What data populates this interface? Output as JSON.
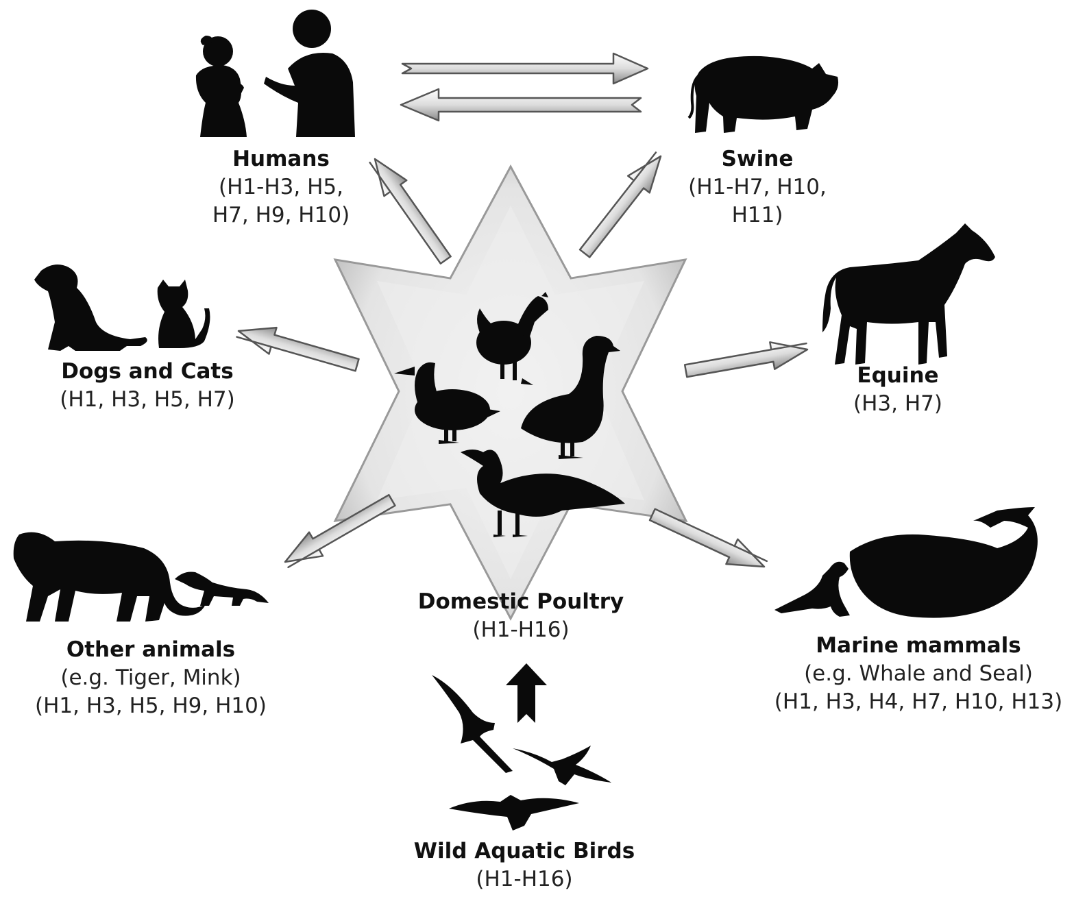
{
  "hosts": {
    "humans": {
      "name": "Humans",
      "subtypes_line1": "(H1-H3, H5,",
      "subtypes_line2": "H7, H9, H10)"
    },
    "swine": {
      "name": "Swine",
      "subtypes_line1": "(H1-H7, H10,",
      "subtypes_line2": "H11)"
    },
    "dogs_cats": {
      "name": "Dogs and Cats",
      "subtypes": "(H1, H3, H5, H7)"
    },
    "equine": {
      "name": "Equine",
      "subtypes": "(H3, H7)"
    },
    "other": {
      "name": "Other animals",
      "example": "(e.g. Tiger, Mink)",
      "subtypes": "(H1, H3, H5, H9, H10)"
    },
    "marine": {
      "name": "Marine mammals",
      "example": "(e.g. Whale and Seal)",
      "subtypes": "(H1, H3, H4, H7, H10, H13)"
    },
    "poultry": {
      "name": "Domestic Poultry",
      "subtypes": "(H1-H16)"
    },
    "wild": {
      "name": "Wild Aquatic Birds",
      "subtypes": "(H1-H16)"
    }
  },
  "colors": {
    "silhouette": "#0a0a0a",
    "arrow_fill": "#e9e9e9",
    "arrow_stroke": "#555555",
    "star_fill": "#e2e2e2"
  },
  "icons": [
    "humans-icon",
    "pig-icon",
    "dog-icon",
    "cat-icon",
    "horse-icon",
    "tiger-icon",
    "mink-icon",
    "seal-icon",
    "whale-icon",
    "chicken-icon",
    "duck-icon",
    "goose-icon",
    "turkey-icon",
    "gull-icon",
    "bold-up-arrow-icon"
  ]
}
